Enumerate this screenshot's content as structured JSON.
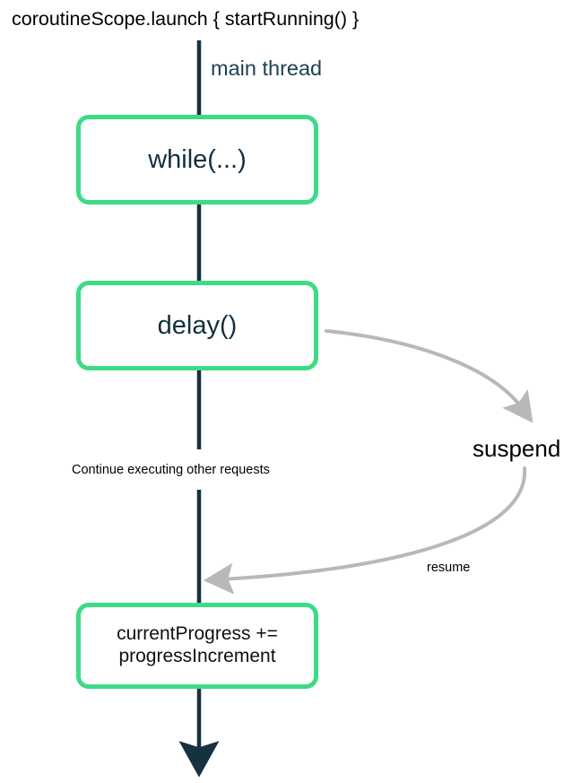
{
  "diagram": {
    "title": "coroutineScope.launch { startRunning() }",
    "lifeline": {
      "label": "main thread",
      "color": "#1d4054",
      "note": "Continue executing other requests"
    },
    "accent_color": "#3ddb85",
    "arrow_color": "#b8b8b8",
    "nodes": [
      {
        "id": "while",
        "label": "while(...)"
      },
      {
        "id": "delay",
        "label": "delay()"
      },
      {
        "id": "progress",
        "label": "currentProgress +=\nprogressIncrement"
      }
    ],
    "transitions": [
      {
        "id": "suspend",
        "label": "suspend"
      },
      {
        "id": "resume",
        "label": "resume"
      }
    ]
  }
}
